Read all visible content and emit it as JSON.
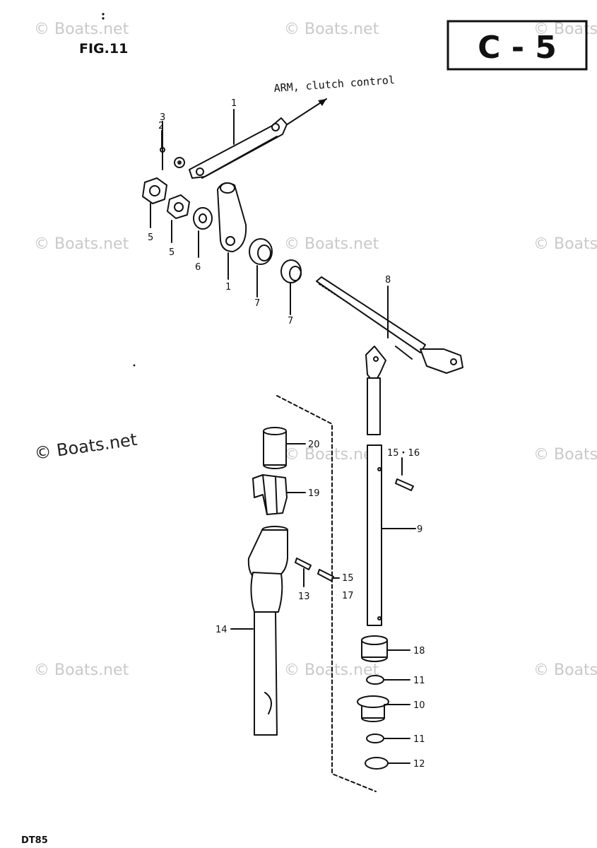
{
  "header": {
    "figure": "FIG.11",
    "section_code": "C - 5",
    "model": "DT85"
  },
  "annotation": {
    "arm_label": "ARM, clutch control"
  },
  "watermark": {
    "text": "© Boats.net"
  },
  "callouts": {
    "c1_top": "1",
    "c1_bottom": "1",
    "c2": "2",
    "c3": "3",
    "c5a": "5",
    "c5b": "5",
    "c6": "6",
    "c7a": "7",
    "c7b": "7",
    "c8": "8",
    "c9": "9",
    "c10": "10",
    "c11a": "11",
    "c11b": "11",
    "c12": "12",
    "c13": "13",
    "c14": "14",
    "c15_16": "15・16",
    "c15_17a": "15",
    "c15_17b": "17",
    "c18": "18",
    "c19": "19",
    "c20": "20"
  }
}
